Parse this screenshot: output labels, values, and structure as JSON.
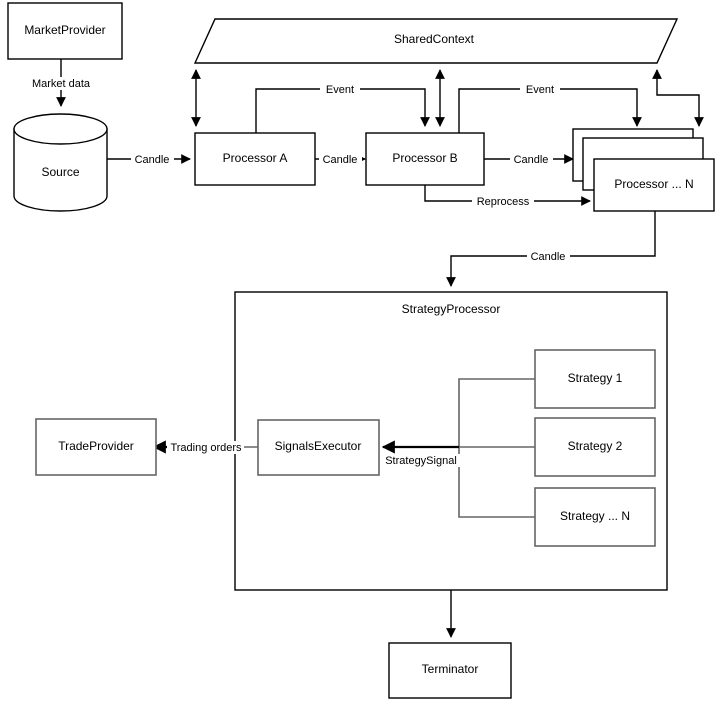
{
  "diagram": {
    "title": "Trading pipeline architecture flowchart",
    "background_color": "#ffffff",
    "stroke_color": "#000000",
    "gray_stroke_color": "#666666",
    "nodes": {
      "market_provider": {
        "label": "MarketProvider",
        "shape": "rectangle"
      },
      "source": {
        "label": "Source",
        "shape": "cylinder"
      },
      "shared_context": {
        "label": "SharedContext",
        "shape": "parallelogram"
      },
      "processor_a": {
        "label": "Processor A",
        "shape": "rectangle"
      },
      "processor_b": {
        "label": "Processor B",
        "shape": "rectangle"
      },
      "processor_n": {
        "label": "Processor ... N",
        "shape": "stacked-rectangle"
      },
      "strategy_processor": {
        "label": "StrategyProcessor",
        "shape": "container-rectangle"
      },
      "signals_executor": {
        "label": "SignalsExecutor",
        "shape": "rectangle"
      },
      "strategy_1": {
        "label": "Strategy 1",
        "shape": "rectangle"
      },
      "strategy_2": {
        "label": "Strategy 2",
        "shape": "rectangle"
      },
      "strategy_n": {
        "label": "Strategy ... N",
        "shape": "rectangle"
      },
      "trade_provider": {
        "label": "TradeProvider",
        "shape": "rectangle"
      },
      "terminator": {
        "label": "Terminator",
        "shape": "rectangle"
      }
    },
    "edge_labels": {
      "market_data": "Market data",
      "candle_source_to_a": "Candle",
      "candle_a_to_b": "Candle",
      "candle_b_to_n": "Candle",
      "candle_n_to_strategy": "Candle",
      "event_a": "Event",
      "event_b": "Event",
      "reprocess": "Reprocess",
      "strategy_signal": "StrategySignal",
      "trading_orders": "Trading orders"
    }
  }
}
